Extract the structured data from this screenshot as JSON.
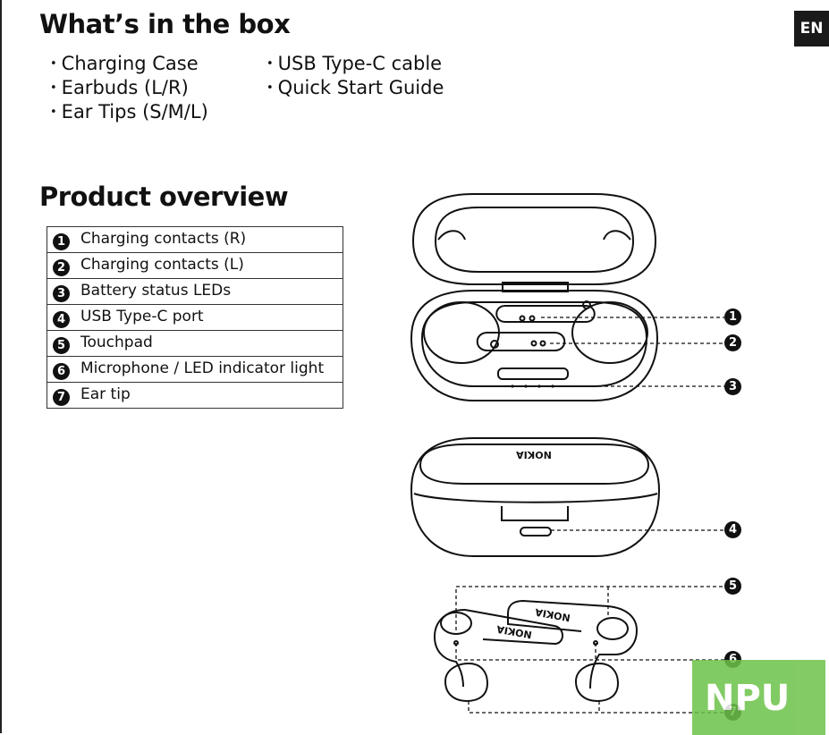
{
  "lang_tab": "EN",
  "box": {
    "title": "What’s in the box",
    "col1": [
      "Charging Case",
      "Earbuds (L/R)",
      "Ear Tips (S/M/L)"
    ],
    "col2": [
      "USB Type-C cable",
      "Quick Start Guide"
    ]
  },
  "overview": {
    "title": "Product overview",
    "items": [
      {
        "num": "1",
        "label": "Charging contacts (R)"
      },
      {
        "num": "2",
        "label": "Charging contacts (L)"
      },
      {
        "num": "3",
        "label": "Battery status LEDs"
      },
      {
        "num": "4",
        "label": "USB Type-C port"
      },
      {
        "num": "5",
        "label": "Touchpad"
      },
      {
        "num": "6",
        "label": "Microphone / LED indicator light"
      },
      {
        "num": "7",
        "label": "Ear tip"
      }
    ]
  },
  "illustration": {
    "brand_on_case": "NOKIA",
    "brand_on_earbuds": "NOKIA",
    "callouts": [
      "1",
      "2",
      "3",
      "4",
      "5",
      "6",
      "7"
    ]
  },
  "watermark": {
    "text": "NPU",
    "color": "#6cc24a"
  }
}
